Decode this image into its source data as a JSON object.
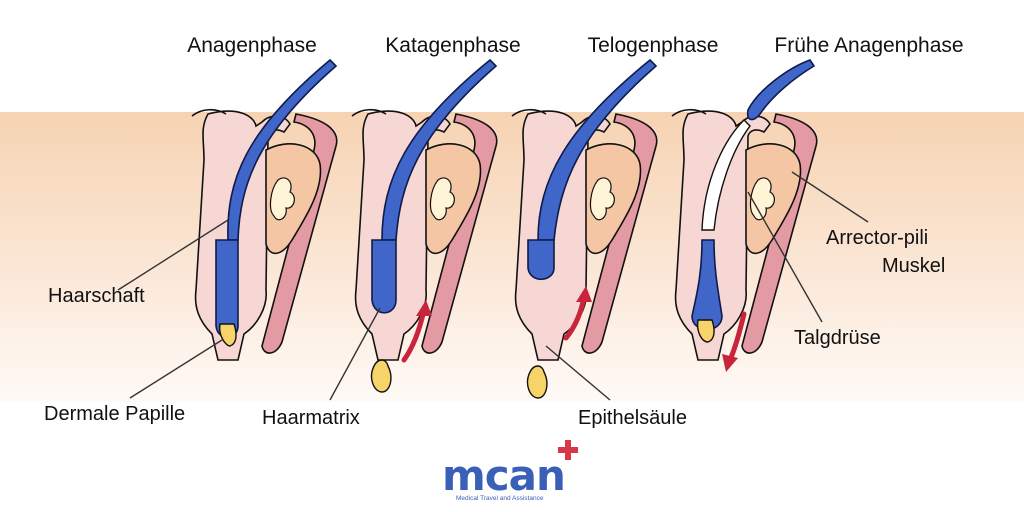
{
  "phases": [
    "Anagenphase",
    "Katagenphase",
    "Telogenphase",
    "Frühe Anagenphase"
  ],
  "labels": {
    "haarschaft": "Haarschaft",
    "dermale_papille": "Dermale Papille",
    "haarmatrix": "Haarmatrix",
    "epithelsaeule": "Epithelsäule",
    "talgdruese": "Talgdrüse",
    "arrector_line1": "Arrector-pili",
    "arrector_line2": "Muskel"
  },
  "logo": {
    "word": "mcan",
    "tagline": "Medical Travel and Assistance"
  },
  "colors": {
    "skin_top": "#f6d3b2",
    "skin_bottom": "#fffaf6",
    "hair": "#3f66c8",
    "hair_outline": "#0f1b4a",
    "follicle": "#f7d7d3",
    "muscle": "#e49aa3",
    "gland": "#f4c6a3",
    "papilla": "#f6d469",
    "arrow": "#c8243c",
    "logo_blue": "#3a5fb6",
    "logo_red": "#d8394a"
  }
}
